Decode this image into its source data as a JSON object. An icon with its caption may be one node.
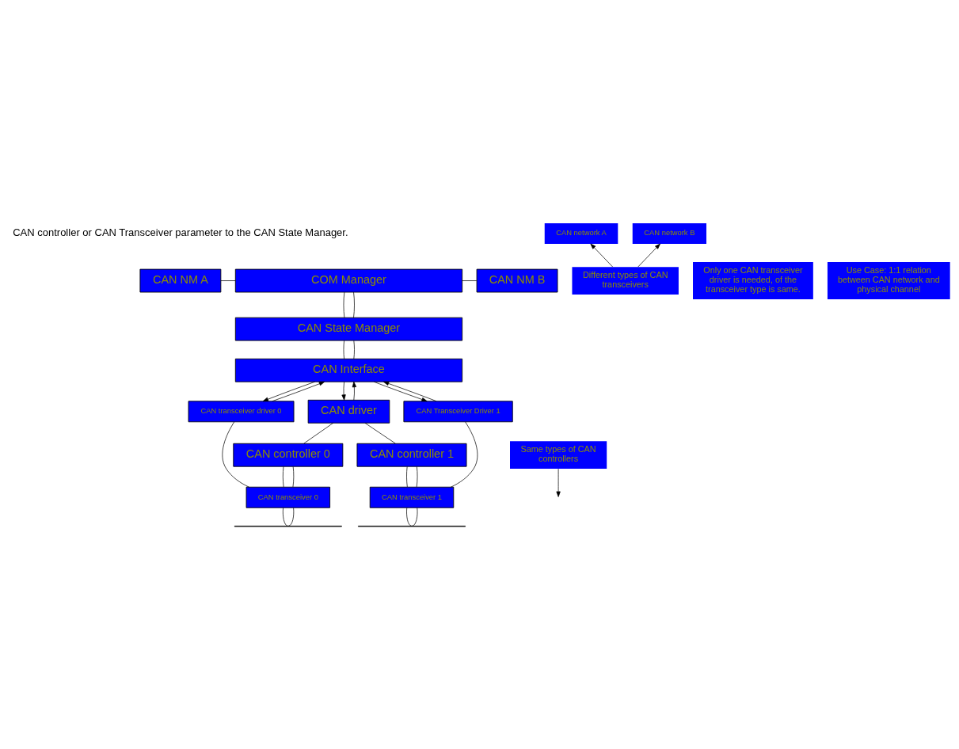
{
  "diagram": {
    "nodes": [
      {
        "text": [
          "CAN NM A"
        ]
      },
      {
        "text": [
          "COM Manager"
        ]
      },
      {
        "text": [
          "CAN NM B"
        ]
      },
      {
        "text": [
          "CAN State Manager"
        ]
      },
      {
        "text": [
          "CAN Interface"
        ]
      },
      {
        "text": [
          "CAN transceiver driver 0"
        ]
      },
      {
        "text": [
          "CAN driver"
        ]
      },
      {
        "text": [
          "CAN Transceiver Driver 1"
        ]
      },
      {
        "text": [
          "CAN controller 0"
        ]
      },
      {
        "text": [
          "CAN controller 1"
        ]
      },
      {
        "text": [
          "Same types of CAN controllers"
        ]
      },
      {
        "text": [
          "CAN transceiver 0"
        ]
      },
      {
        "text": [
          "CAN transceiver 1"
        ]
      },
      {
        "text": [],
        "shape": "bar"
      },
      {
        "text": [
          "CAN network A"
        ]
      },
      {
        "text": [],
        "shape": "bar"
      },
      {
        "text": [
          "CAN network B"
        ]
      },
      {
        "text": [
          "Only one CAN transceiver driver is needed, of the transceiver type is same."
        ]
      },
      {
        "text": [
          "Different types of CAN transceivers"
        ]
      },
      {
        "text": [
          "Use Case: 1:1 relation between CAN network and physical channel"
        ]
      }
    ],
    "edges": [
      {
        "from": 0,
        "to": 1,
        "arrow": "none"
      },
      {
        "from": 1,
        "to": 2,
        "arrow": "none"
      },
      {
        "from": 1,
        "to": 3,
        "arrow": "none"
      },
      {
        "from": 1,
        "to": 3,
        "arrow": "none"
      },
      {
        "from": 3,
        "to": 4,
        "arrow": "none"
      },
      {
        "from": 3,
        "to": 4,
        "arrow": "none"
      },
      {
        "from": 4,
        "to": 5,
        "arrow": "to"
      },
      {
        "from": 5,
        "to": 4,
        "arrow": "to"
      },
      {
        "from": 4,
        "to": 6,
        "arrow": "to"
      },
      {
        "from": 6,
        "to": 4,
        "arrow": "to"
      },
      {
        "from": 4,
        "to": 7,
        "arrow": "to"
      },
      {
        "from": 7,
        "to": 4,
        "arrow": "to"
      },
      {
        "from": 5,
        "to": 11,
        "arrow": "none"
      },
      {
        "from": 6,
        "to": 8,
        "arrow": "none"
      },
      {
        "from": 6,
        "to": 9,
        "arrow": "none"
      },
      {
        "from": 7,
        "to": 12,
        "arrow": "none"
      },
      {
        "from": 10,
        "to": null,
        "arrow": "to"
      },
      {
        "from": 8,
        "to": 11,
        "arrow": "none"
      },
      {
        "from": 8,
        "to": 11,
        "arrow": "none"
      },
      {
        "from": 9,
        "to": 12,
        "arrow": "none"
      },
      {
        "from": 9,
        "to": 12,
        "arrow": "none"
      },
      {
        "from": 11,
        "to": 13,
        "arrow": "none"
      },
      {
        "from": 11,
        "to": 13,
        "arrow": "none"
      },
      {
        "from": 12,
        "to": 15,
        "arrow": "none"
      },
      {
        "from": 12,
        "to": 15,
        "arrow": "none"
      },
      {
        "from": 18,
        "to": 14,
        "arrow": "to"
      },
      {
        "from": 18,
        "to": 16,
        "arrow": "to"
      }
    ],
    "labels": [
      "CAN controller or CAN Transceiver parameter to the CAN State Manager."
    ]
  }
}
